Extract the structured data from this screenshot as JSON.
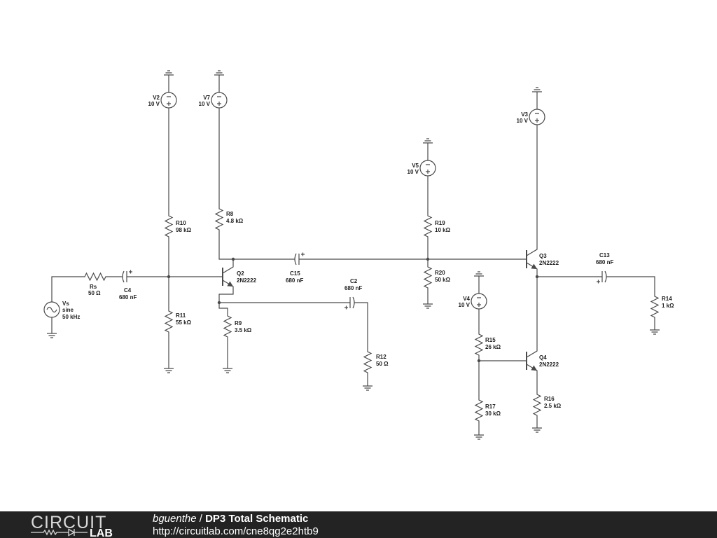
{
  "colors": {
    "background": "#ffffff",
    "wire": "#4a4a4a",
    "label": "#1e1e1e",
    "footer_background": "#232323",
    "footer_text": "#ffffff",
    "logo": "#d9d9d9"
  },
  "labels": {
    "vs": {
      "name": "Vs",
      "wave": "sine",
      "freq": "50 kHz"
    },
    "rs": {
      "name": "Rs",
      "value": "50 Ω"
    },
    "c4": {
      "name": "C4",
      "value": "680 nF"
    },
    "v2": {
      "name": "V2",
      "value": "10 V"
    },
    "v7": {
      "name": "V7",
      "value": "10 V"
    },
    "r10": {
      "name": "R10",
      "value": "98 kΩ"
    },
    "r11": {
      "name": "R11",
      "value": "55 kΩ"
    },
    "r8": {
      "name": "R8",
      "value": "4.8 kΩ"
    },
    "q2": {
      "name": "Q2",
      "model": "2N2222"
    },
    "r9": {
      "name": "R9",
      "value": "3.5 kΩ"
    },
    "c15": {
      "name": "C15",
      "value": "680 nF"
    },
    "c2": {
      "name": "C2",
      "value": "680 nF"
    },
    "r12": {
      "name": "R12",
      "value": "50 Ω"
    },
    "v5": {
      "name": "V5",
      "value": "10 V"
    },
    "r19": {
      "name": "R19",
      "value": "10 kΩ"
    },
    "r20": {
      "name": "R20",
      "value": "50 kΩ"
    },
    "v3": {
      "name": "V3",
      "value": "10 V"
    },
    "q3": {
      "name": "Q3",
      "model": "2N2222"
    },
    "c13": {
      "name": "C13",
      "value": "680 nF"
    },
    "r14": {
      "name": "R14",
      "value": "1 kΩ"
    },
    "v4": {
      "name": "V4",
      "value": "10 V"
    },
    "r15": {
      "name": "R15",
      "value": "26 kΩ"
    },
    "r17": {
      "name": "R17",
      "value": "30 kΩ"
    },
    "q4": {
      "name": "Q4",
      "model": "2N2222"
    },
    "r16": {
      "name": "R16",
      "value": "2.5 kΩ"
    }
  },
  "footer": {
    "logo_top": "CIRCUIT",
    "logo_bottom": "LAB",
    "author": "bguenthe",
    "separator": "/",
    "title": "DP3 Total Schematic",
    "url": "http://circuitlab.com/cne8qg2e2htb9"
  }
}
